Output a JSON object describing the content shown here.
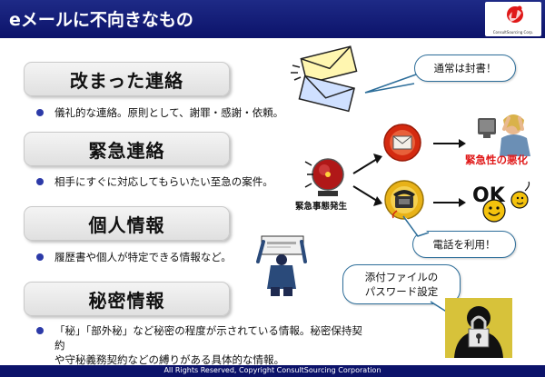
{
  "header": {
    "title": "eメールに不向きなもの",
    "logo_text": "ConsultSourcing Corp."
  },
  "sections": [
    {
      "heading": "改まった連絡",
      "bullet": "儀礼的な連絡。原則として、謝罪・感謝・依頼。"
    },
    {
      "heading": "緊急連絡",
      "bullet": "相手にすぐに対応してもらいたい至急の案件。"
    },
    {
      "heading": "個人情報",
      "bullet": "履歴書や個人が特定できる情報など。"
    },
    {
      "heading": "秘密情報",
      "bullet_line1": "「秘」「部外秘」など秘密の程度が示されている情報。秘密保持契約",
      "bullet_line2": "や守秘義務契約などの縛りがある具体的な情報。"
    }
  ],
  "callouts": {
    "letter": "通常は封書！",
    "phone": "電話を利用！",
    "password_line1": "添付ファイルの",
    "password_line2": "パスワード設定"
  },
  "labels": {
    "emergency": "緊急事態発生",
    "urgency_worse": "緊急性の悪化"
  },
  "icons": {
    "envelope": "envelope-icon",
    "alarm": "alarm-bell-icon",
    "mail_button": "mail-button-icon",
    "phone_button": "phone-button-icon",
    "stressed_person": "stressed-person-icon",
    "ok_smiley": "ok-smiley-icon",
    "person_sign": "person-with-sign-icon",
    "lock_person": "padlock-person-icon"
  },
  "colors": {
    "header_bg": "#0c136a",
    "bullet_dot": "#2c3aa8",
    "callout_border": "#2d6e9a",
    "urgent_red": "#e01818"
  },
  "footer": {
    "text": "All Rights Reserved, Copyright  ConsultSourcing Corporation"
  }
}
